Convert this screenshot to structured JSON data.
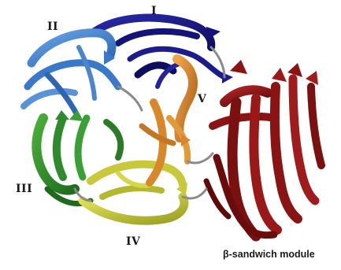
{
  "labels": {
    "blade_1": "I",
    "blade_2": "II",
    "blade_3": "III",
    "blade_4": "IV",
    "blade_5": "V",
    "module": "β-sandwich module"
  },
  "colors": {
    "blade_1": "#1c1c8c",
    "blade_2": "#3a78c8",
    "blade_3": "#2e8a2a",
    "blade_4": "#c8c83a",
    "blade_5": "#d8882a",
    "module": "#8a1414",
    "label": "#1a1a1a"
  }
}
